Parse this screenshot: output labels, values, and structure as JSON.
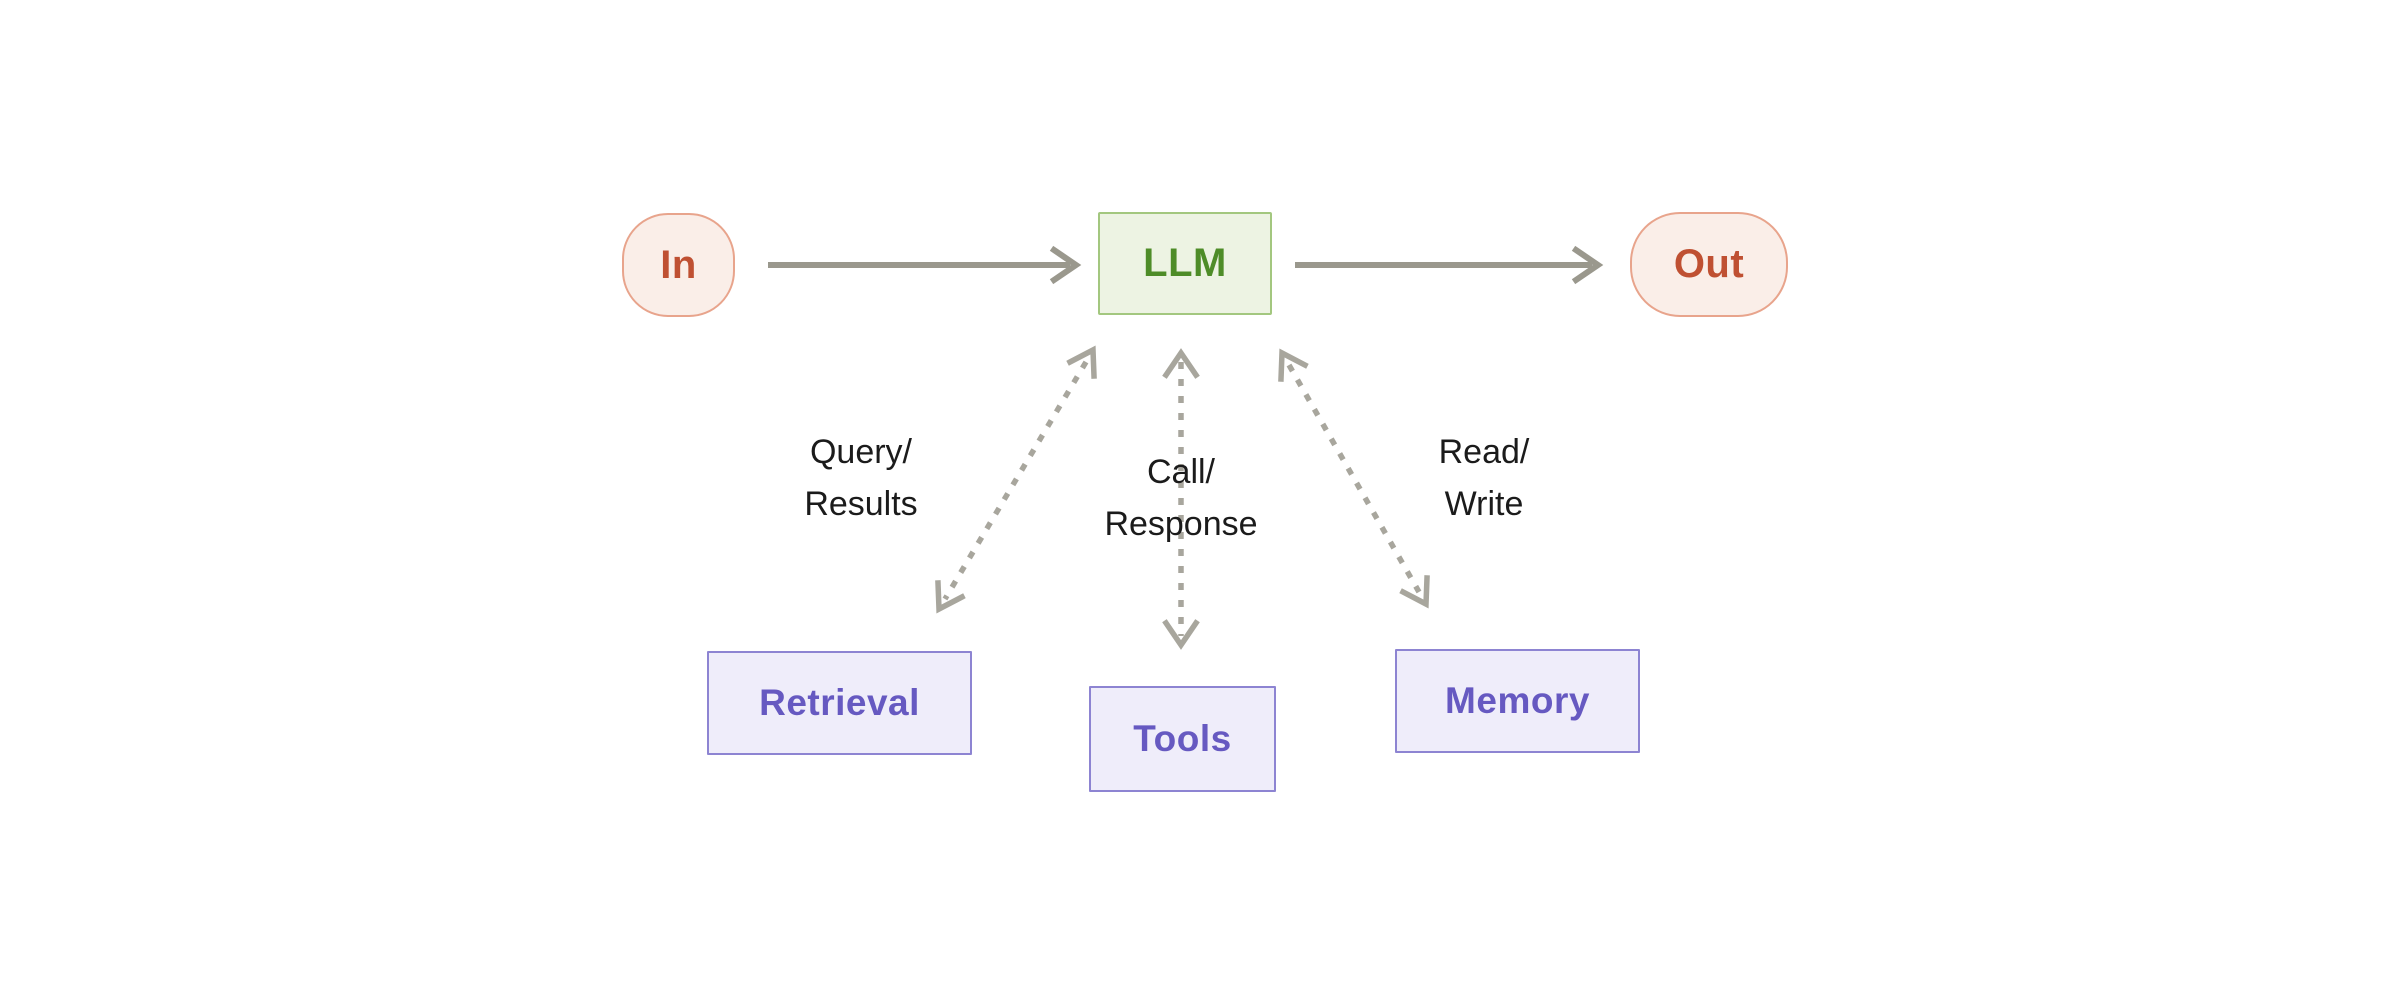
{
  "diagram": {
    "nodes": {
      "in": {
        "label": "In",
        "type": "terminal"
      },
      "llm": {
        "label": "LLM",
        "type": "process"
      },
      "out": {
        "label": "Out",
        "type": "terminal"
      },
      "retrieval": {
        "label": "Retrieval",
        "type": "augmentation"
      },
      "tools": {
        "label": "Tools",
        "type": "augmentation"
      },
      "memory": {
        "label": "Memory",
        "type": "augmentation"
      }
    },
    "edges": [
      {
        "from": "In",
        "to": "LLM",
        "style": "solid-arrow",
        "label": ""
      },
      {
        "from": "LLM",
        "to": "Out",
        "style": "solid-arrow",
        "label": ""
      },
      {
        "from": "LLM",
        "to": "Retrieval",
        "style": "dashed-double-arrow",
        "label": "Query/\nResults"
      },
      {
        "from": "LLM",
        "to": "Tools",
        "style": "dashed-double-arrow",
        "label": "Call/\nResponse"
      },
      {
        "from": "LLM",
        "to": "Memory",
        "style": "dashed-double-arrow",
        "label": "Read/\nWrite"
      }
    ]
  },
  "colors": {
    "io_fill": "#faeee8",
    "io_border": "#e8a48c",
    "io_text": "#bf5032",
    "llm_fill": "#edf3e3",
    "llm_border": "#a3c77f",
    "llm_text": "#4e8c28",
    "aug_fill": "#efedfa",
    "aug_border": "#8d84d2",
    "aug_text": "#6659c1",
    "arrow_solid": "#9a988d",
    "arrow_dashed": "#a8a69d",
    "label_text": "#1b1b1b",
    "background": "#ffffff"
  }
}
